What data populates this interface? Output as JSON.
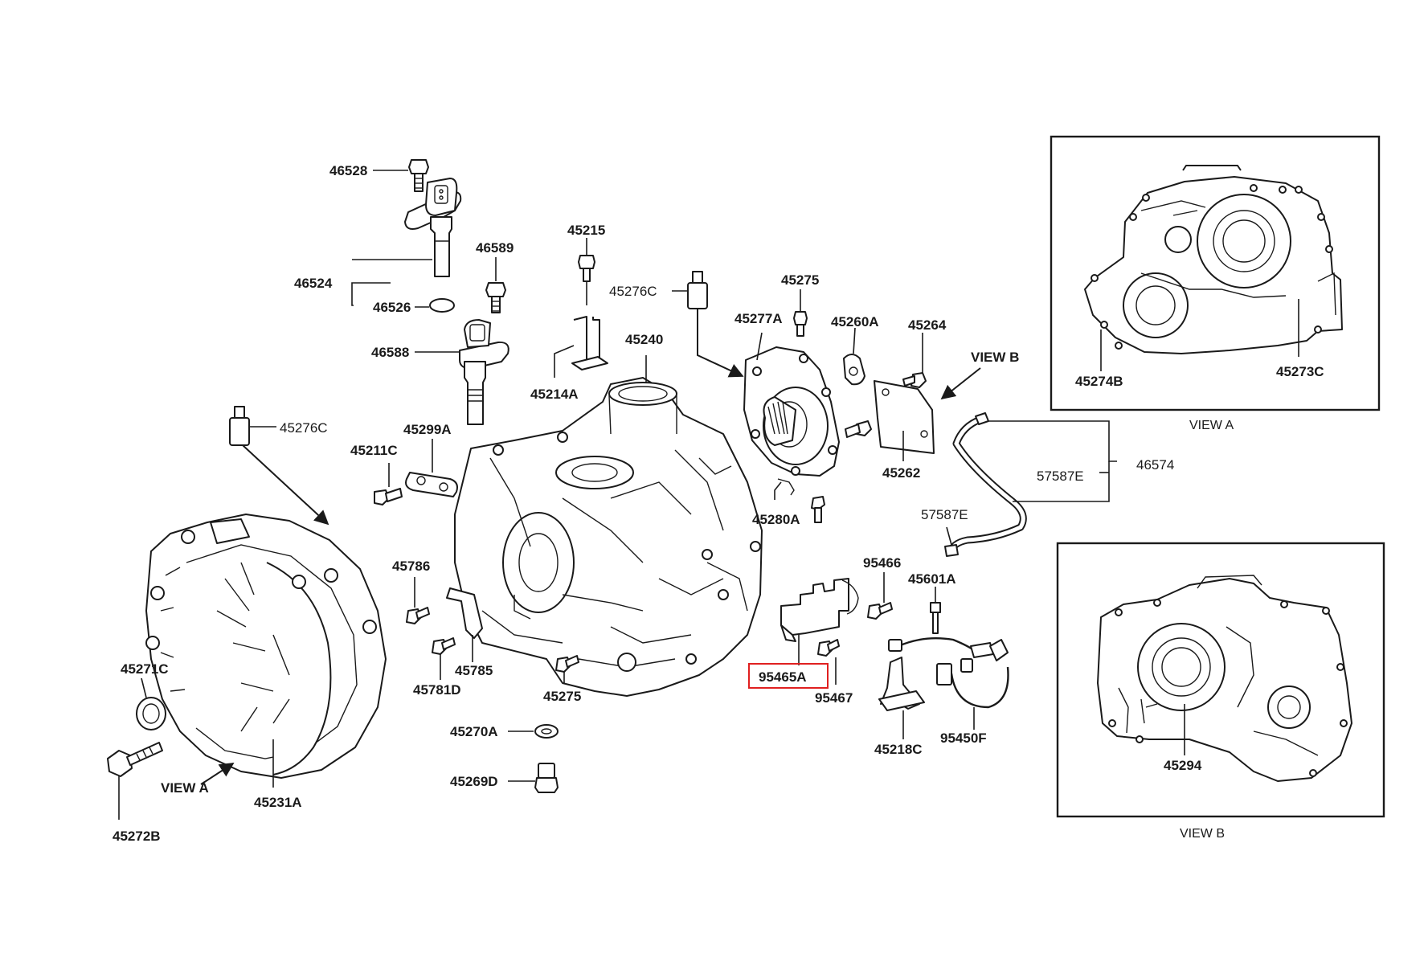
{
  "labels": {
    "p46528": "46528",
    "p46524": "46524",
    "p46526": "46526",
    "p46589": "46589",
    "p46588": "46588",
    "p45215": "45215",
    "p45276C_top": "45276C",
    "p45275_top": "45275",
    "p45277A": "45277A",
    "p45260A": "45260A",
    "p45264": "45264",
    "view_b_arrow": "VIEW B",
    "p45240": "45240",
    "p45214A": "45214A",
    "p45276C_left": "45276C",
    "p45299A": "45299A",
    "p45211C": "45211C",
    "p45262": "45262",
    "p46574": "46574",
    "p57587E_a": "57587E",
    "p57587E_b": "57587E",
    "p45280A": "45280A",
    "p95466": "95466",
    "p45601A": "45601A",
    "p45786": "45786",
    "p45785": "45785",
    "p45781D": "45781D",
    "p45275_bottom": "45275",
    "p95465A": "95465A",
    "p95467": "95467",
    "p45271C": "45271C",
    "p45270A": "45270A",
    "p45269D": "45269D",
    "p45218C": "45218C",
    "p95450F": "95450F",
    "view_a_arrow": "VIEW A",
    "p45231A": "45231A",
    "p45272B": "45272B",
    "p45274B": "45274B",
    "p45273C": "45273C",
    "p45294": "45294"
  },
  "insets": {
    "view_a_caption": "VIEW A",
    "view_b_caption": "VIEW B"
  },
  "highlight": {
    "part": "95465A",
    "color": "#e02020"
  }
}
